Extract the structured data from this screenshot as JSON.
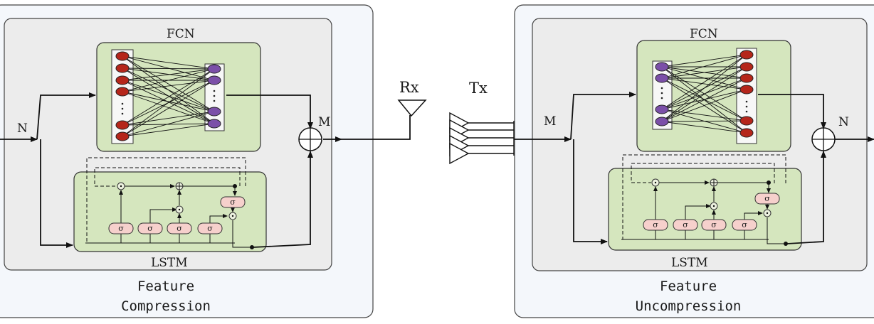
{
  "left_panel": {
    "fcn_label": "FCN",
    "lstm_label": "LSTM",
    "input_label": "N",
    "output_label": "M",
    "caption_line1": "Feature",
    "caption_line2": "Compression"
  },
  "right_panel": {
    "fcn_label": "FCN",
    "lstm_label": "LSTM",
    "input_label": "M",
    "output_label": "N",
    "caption_line1": "Feature",
    "caption_line2": "Uncompression"
  },
  "rx_label": "Rx",
  "tx_label": "Tx",
  "gate_symbol": "σ",
  "colors": {
    "panel_bg": "#f4f7fb",
    "inner_bg": "#ececec",
    "green": "#d5e6be",
    "red_node": "#b5261b",
    "purple_node": "#7b4fa8",
    "gate_fill": "#f6d0cc"
  }
}
